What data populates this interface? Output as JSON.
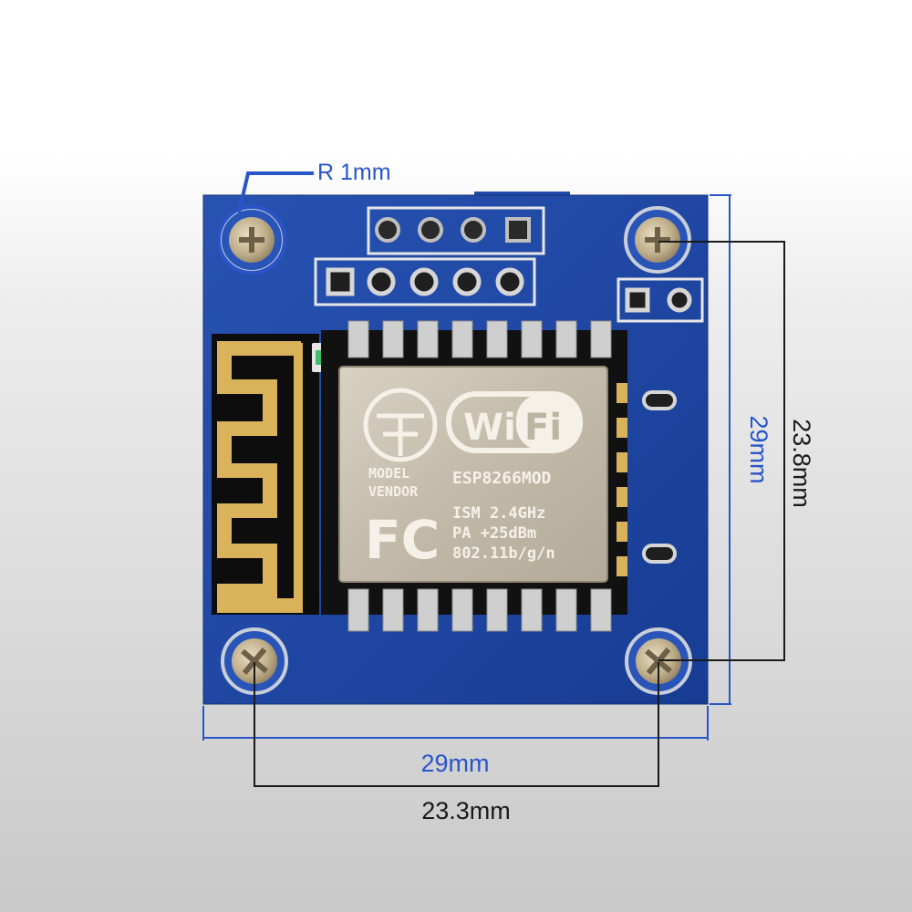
{
  "annotations": {
    "corner_radius_label": "R 1mm",
    "board_width_label": "29mm",
    "board_height_label": "29mm",
    "hole_spacing_vertical_label": "23.8mm",
    "hole_spacing_horizontal_label": "23.3mm"
  },
  "chip": {
    "wifi_logo_text": "WiFi",
    "model_label_line1": "MODEL",
    "model_label_line2": "VENDOR",
    "model_name": "ESP8266MOD",
    "fcc_logo_text": "FC",
    "spec_line1": "ISM 2.4GHz",
    "spec_line2": "PA  +25dBm",
    "spec_line3": "802.11b/g/n"
  },
  "colors": {
    "pcb_blue": "#1f4aa8",
    "dimension_blue": "#2a55c9",
    "dimension_black": "#1a1a1a",
    "shield_metal": "#c7bfb0",
    "antenna_gold": "#d9b25a"
  }
}
